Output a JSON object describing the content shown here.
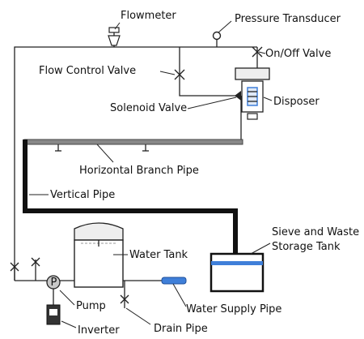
{
  "labels": {
    "flowmeter": "Flowmeter",
    "pressure_transducer": "Pressure Transducer",
    "on_off_valve": "On/Off Valve",
    "flow_control_valve": "Flow Control Valve",
    "disposer": "Disposer",
    "solenoid_valve": "Solenoid Valve",
    "horizontal_branch_pipe": "Horizontal Branch Pipe",
    "vertical_pipe": "Vertical Pipe",
    "sieve_tank_line1": "Sieve and Waste",
    "sieve_tank_line2": "Storage Tank",
    "water_tank": "Water Tank",
    "pump": "Pump",
    "water_supply_pipe": "Water Supply Pipe",
    "inverter": "Inverter",
    "drain_pipe": "Drain Pipe"
  },
  "colors": {
    "pipe": "#222222",
    "water": "#3f7fd9",
    "pump": "#c8c8c8",
    "tank_lid": "#eeeeee"
  }
}
